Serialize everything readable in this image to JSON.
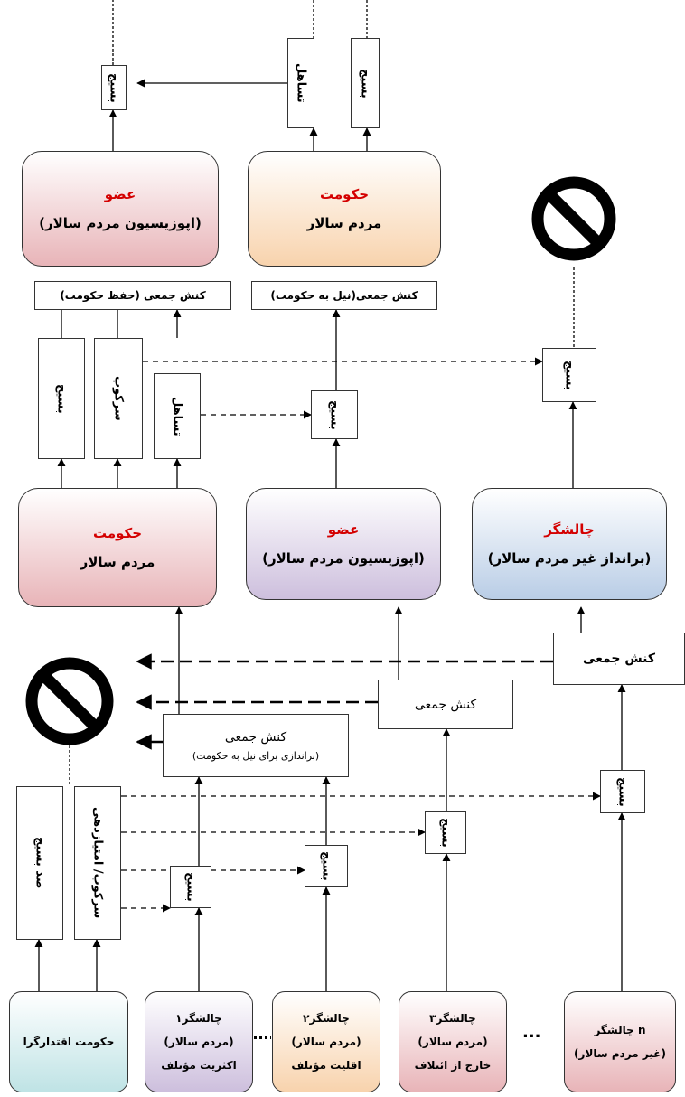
{
  "top": {
    "mobilize_left": "بسیج",
    "tolerate_top": "تساهل",
    "mobilize_top": "بسیج",
    "member_title": "عضو",
    "member_sub": "(اپوزیسیون مردم سالار)",
    "gov_title": "حکومت",
    "gov_sub": "مردم سالار",
    "action_keep": "کنش جمعی (حفظ حکومت)",
    "action_gain": "کنش جمعی(نیل به حکومت)"
  },
  "middle": {
    "mobilize": "بسیج",
    "repress": "سرکوب",
    "tolerate": "تساهل",
    "mobilize_center": "بسیج",
    "mobilize_right": "بسیج",
    "gov_title": "حکومت",
    "gov_sub": "مردم سالار",
    "member_title": "عضو",
    "member_sub": "(اپوزیسیون مردم سالار)",
    "challenger_title": "چالشگر",
    "challenger_sub": "(برانداز غیر مردم سالار)"
  },
  "lower": {
    "action_right": "کنش جمعی",
    "action_mid": "کنش جمعی",
    "action_main": "کنش جمعی",
    "action_main_sub": "(براندازی برای نیل به حکومت)",
    "counter_mobilize": "ضد بسیج",
    "repress_concede": "سرکوب/ امتیازدهی",
    "mob1": "بسیج",
    "mob2": "بسیج",
    "mob3": "بسیج",
    "mob4": "بسیج"
  },
  "bottom": {
    "authoritarian": "حکومت اقتدارگرا",
    "c1_title": "چالشگر۱",
    "c1_l2": "(مردم سالار)",
    "c1_l3": "اکثریت مؤتلف",
    "c2_title": "چالشگر۲",
    "c2_l2": "(مردم سالار)",
    "c2_l3": "اقلیت مؤتلف",
    "c3_title": "چالشگر۳",
    "c3_l2": "(مردم سالار)",
    "c3_l3": "خارج از ائتلاف",
    "ellipsis": "...",
    "cn_title": "چالشگر n",
    "cn_l2": "(غیر مردم سالار)"
  },
  "colors": {
    "red_title": "#d40000",
    "pink": "#e8b4b8",
    "peach": "#f8d3ad",
    "lavender": "#cdbfdd",
    "blue": "#b9cde6",
    "teal": "#bfe3e5"
  },
  "icons": [
    "prohibition-sign-icon"
  ]
}
